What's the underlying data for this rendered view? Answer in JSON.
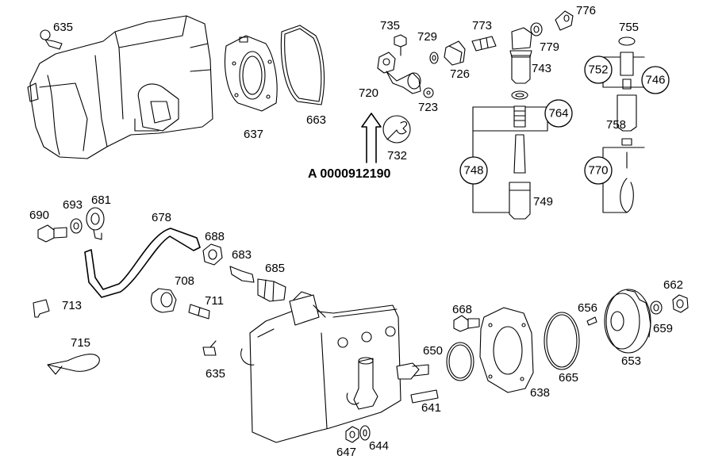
{
  "part_number": "A 0000912190",
  "callouts": {
    "c635a": "635",
    "c637": "637",
    "c663": "663",
    "c735": "735",
    "c729": "729",
    "c773": "773",
    "c776": "776",
    "c755": "755",
    "c726": "726",
    "c779": "779",
    "c743": "743",
    "c720": "720",
    "c723": "723",
    "c732": "732",
    "c752": "752",
    "c746": "746",
    "c764": "764",
    "c758": "758",
    "c748": "748",
    "c770": "770",
    "c749": "749",
    "c690": "690",
    "c693": "693",
    "c681": "681",
    "c678": "678",
    "c688": "688",
    "c683": "683",
    "c685": "685",
    "c708": "708",
    "c711": "711",
    "c713": "713",
    "c715": "715",
    "c635b": "635",
    "c668": "668",
    "c656": "656",
    "c662": "662",
    "c659": "659",
    "c650": "650",
    "c665": "665",
    "c653": "653",
    "c638": "638",
    "c641": "641",
    "c647": "647",
    "c644": "644"
  }
}
